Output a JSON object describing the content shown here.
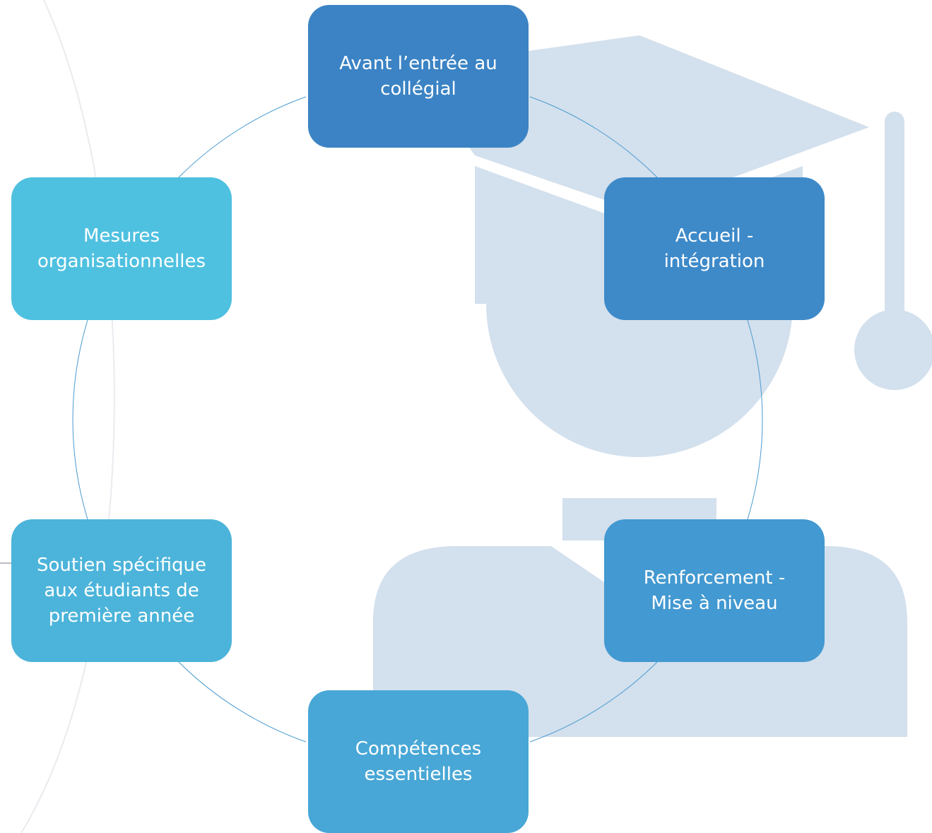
{
  "colors": {
    "background": "#ffffff",
    "watermark": "#d3e0ed",
    "connector": "#4a9bd1",
    "side_arc": "#e9ebef",
    "side_tick": "#b9bdc4"
  },
  "watermark_icon": "graduate-student-icon",
  "diagram": {
    "nodes": [
      {
        "label": "Avant l’entrée au\ncollégial",
        "color": "#3b83c4"
      },
      {
        "label": "Accueil -\nintégration",
        "color": "#3e8ac9"
      },
      {
        "label": "Renforcement -\nMise à niveau",
        "color": "#4399d1"
      },
      {
        "label": "Compétences\nessentielles",
        "color": "#48a7d6"
      },
      {
        "label": "Soutien spécifique\naux étudiants de\npremière année",
        "color": "#4cb4da"
      },
      {
        "label": "Mesures\norganisationnelles",
        "color": "#4fc1e0"
      }
    ]
  }
}
